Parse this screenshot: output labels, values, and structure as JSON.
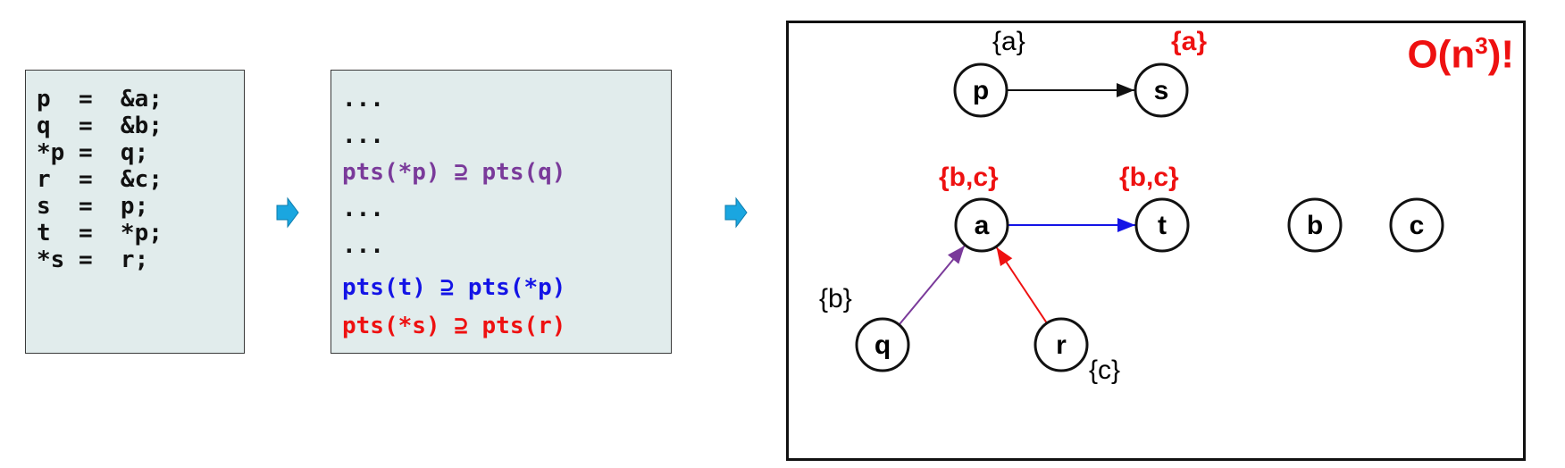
{
  "colors": {
    "box_fill": "#e1ecec",
    "purple": "#7a3a9a",
    "blue": "#1414e6",
    "red": "#ee1111",
    "arrow_cyan": "#1aa6e0"
  },
  "program": {
    "lines": [
      "p  =  &a;",
      "q  =  &b;",
      "*p =  q;",
      "r  =  &c;",
      "s  =  p;",
      "t  =  *p;",
      "*s =  r;"
    ]
  },
  "constraints": {
    "lines": [
      {
        "text": "...",
        "color": "black"
      },
      {
        "text": "...",
        "color": "black"
      },
      {
        "text": "pts(*p) ⊇ pts(q)",
        "color": "purple"
      },
      {
        "text": "...",
        "color": "black"
      },
      {
        "text": "...",
        "color": "black"
      },
      {
        "text": "pts(t) ⊇ pts(*p)",
        "color": "blue"
      },
      {
        "text": "pts(*s) ⊇ pts(r)",
        "color": "red"
      }
    ]
  },
  "graph": {
    "complexity_main": "O(n",
    "complexity_exp": "3",
    "complexity_tail": ")!",
    "nodes": [
      {
        "id": "p",
        "label": "p",
        "set": "{a}",
        "set_color": "black"
      },
      {
        "id": "s",
        "label": "s",
        "set": "{a}",
        "set_color": "red"
      },
      {
        "id": "a",
        "label": "a",
        "set": "{b,c}",
        "set_color": "red"
      },
      {
        "id": "t",
        "label": "t",
        "set": "{b,c}",
        "set_color": "red"
      },
      {
        "id": "b",
        "label": "b",
        "set": "",
        "set_color": "black"
      },
      {
        "id": "c",
        "label": "c",
        "set": "",
        "set_color": "black"
      },
      {
        "id": "q",
        "label": "q",
        "set": "{b}",
        "set_color": "black"
      },
      {
        "id": "r",
        "label": "r",
        "set": "{c}",
        "set_color": "black"
      }
    ],
    "edges": [
      {
        "from": "p",
        "to": "s",
        "color": "black"
      },
      {
        "from": "a",
        "to": "t",
        "color": "blue"
      },
      {
        "from": "q",
        "to": "a",
        "color": "purple"
      },
      {
        "from": "r",
        "to": "a",
        "color": "red"
      }
    ]
  }
}
